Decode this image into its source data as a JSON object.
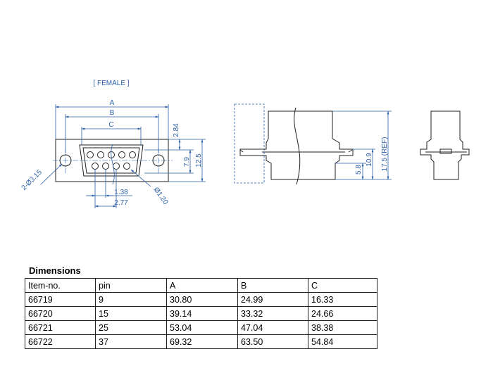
{
  "drawing": {
    "view_label": "[ FEMALE ]",
    "dims": {
      "A": "A",
      "B": "B",
      "C": "C",
      "h1": "2.84",
      "h2": "7.9",
      "h3": "12.5",
      "hole": "2-Ø3.15",
      "pin_pitch": "1.38",
      "pin_span": "2.77",
      "pin_dia": "Ø1.20",
      "side_h1": "5.8",
      "side_h2": "10.9",
      "side_h3": "17.5 (REF)"
    }
  },
  "table": {
    "title": "Dimensions",
    "headers": [
      "Item-no.",
      "pin",
      "A",
      "B",
      "C"
    ],
    "rows": [
      [
        "66719",
        "9",
        "30.80",
        "24.99",
        "16.33"
      ],
      [
        "66720",
        "15",
        "39.14",
        "33.32",
        "24.66"
      ],
      [
        "66721",
        "25",
        "53.04",
        "47.04",
        "38.38"
      ],
      [
        "66722",
        "37",
        "69.32",
        "63.50",
        "54.84"
      ]
    ]
  }
}
